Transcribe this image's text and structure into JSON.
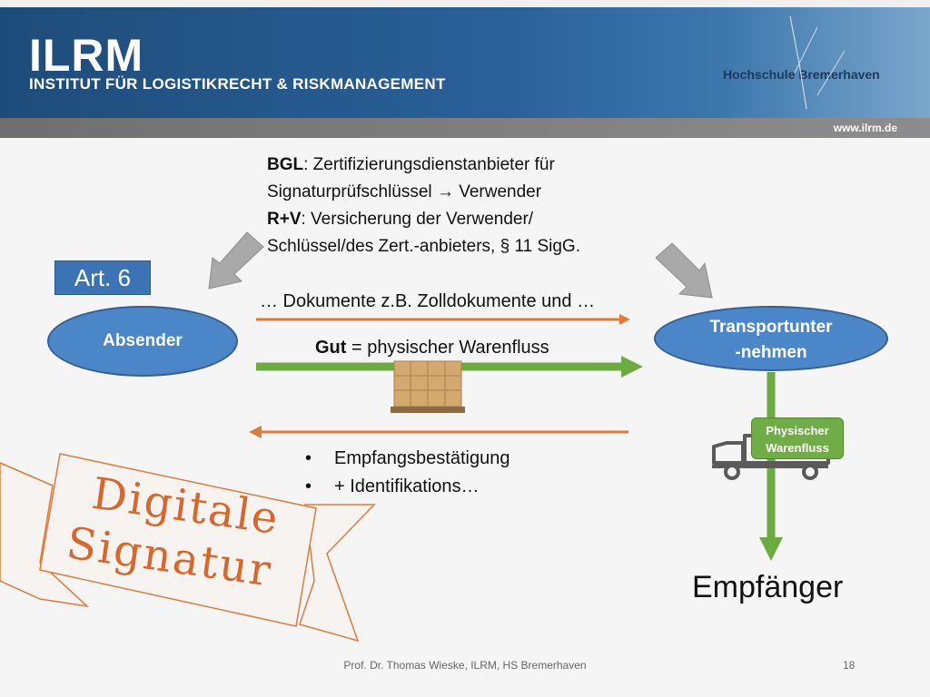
{
  "header": {
    "logo": "ILRM",
    "subtitle": "INSTITUT FÜR LOGISTIKRECHT & RISKMANAGEMENT",
    "university": "Hochschule Bremerhaven",
    "website": "www.ilrm.de"
  },
  "callout": {
    "line1_bold": "BGL",
    "line1_rest": ":  Zertifizierungsdienstanbieter für",
    "line2": "Signaturprüfschlüssel",
    "line2_arrow": "→",
    "line2_rest": " Verwender",
    "line3_bold": "R+V",
    "line3_rest": ": Versicherung der Verwender/",
    "line4": "Schlüssel/des Zert.-anbieters,  § 11 SigG."
  },
  "art_label": "Art. 6",
  "nodes": {
    "sender": "Absender",
    "carrier_line1": "Transportunter",
    "carrier_line2": "-nehmen",
    "physical_flow_line1": "Physischer",
    "physical_flow_line2": "Warenfluss",
    "recipient": "Empfänger"
  },
  "flows": {
    "documents": "… Dokumente z.B. Zolldokumente und …",
    "goods_bold": "Gut",
    "goods_rest": " = physischer Warenfluss"
  },
  "bullets": [
    "Empfangsbestätigung",
    "+ Identifikations…"
  ],
  "banner": {
    "line1": "Digitale",
    "line2": "Signatur"
  },
  "footer": {
    "author": "Prof. Dr. Thomas Wieske, ILRM, HS Bremerhaven",
    "page": "18"
  },
  "colors": {
    "header_blue": "#2a6199",
    "node_blue": "#4a86c8",
    "arrow_orange": "#e07a3a",
    "arrow_green": "#6aac3e",
    "banner_outline": "#e07a3a",
    "banner_text": "#d9662a"
  }
}
